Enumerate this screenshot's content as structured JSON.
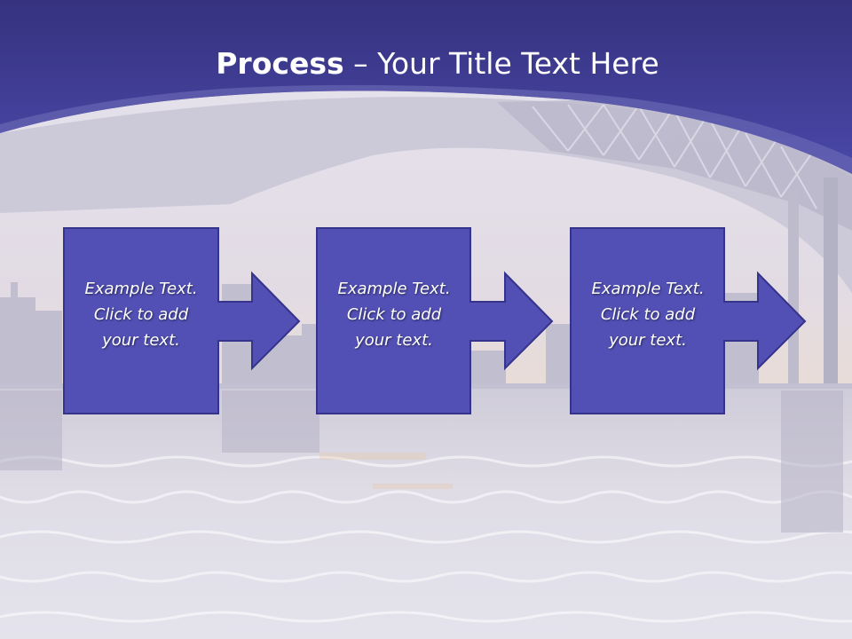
{
  "title": {
    "bold": "Process",
    "rest": " – Your Title Text Here"
  },
  "steps": [
    {
      "lines": [
        "Example Text.",
        "Click  to add",
        "your text."
      ]
    },
    {
      "lines": [
        "Example Text.",
        "Click  to add",
        "your text."
      ]
    },
    {
      "lines": [
        "Example Text.",
        "Click  to add",
        "your text."
      ]
    }
  ],
  "colors": {
    "banner": "#3e3a96",
    "box_fill": "#5250b5",
    "box_border": "#35338a",
    "water": "#d8d6e4"
  }
}
